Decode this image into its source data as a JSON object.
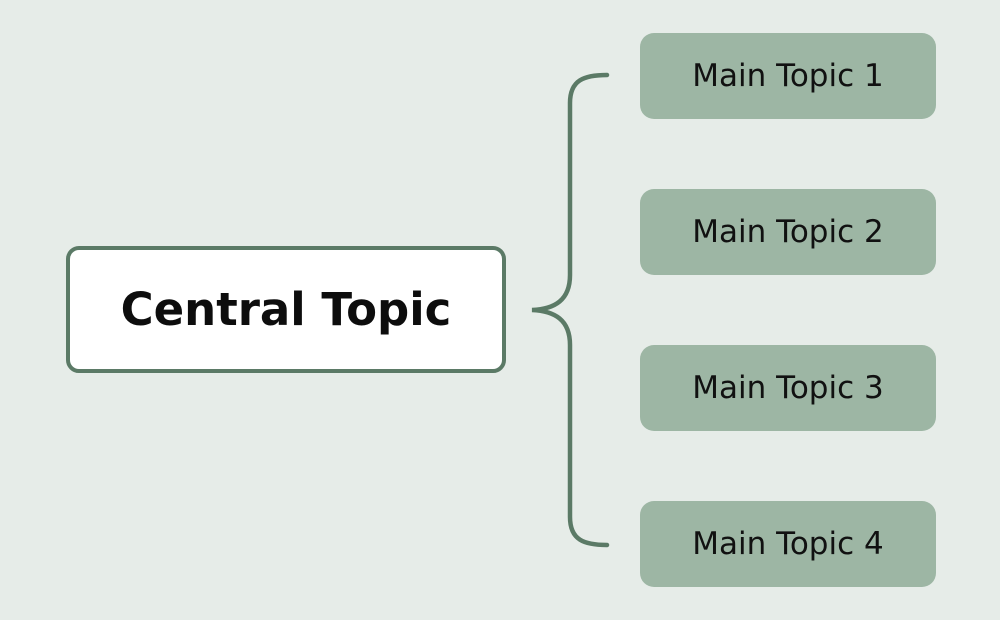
{
  "diagram": {
    "type": "mind-map",
    "central_topic": "Central Topic",
    "main_topics": [
      "Main Topic 1",
      "Main Topic 2",
      "Main Topic 3",
      "Main Topic 4"
    ],
    "colors": {
      "background": "#e6ece8",
      "connector": "#5b7a66",
      "central_fill": "#ffffff",
      "central_border": "#5b7a66",
      "topic_fill": "#9db6a4",
      "text": "#0d0d0d"
    }
  }
}
